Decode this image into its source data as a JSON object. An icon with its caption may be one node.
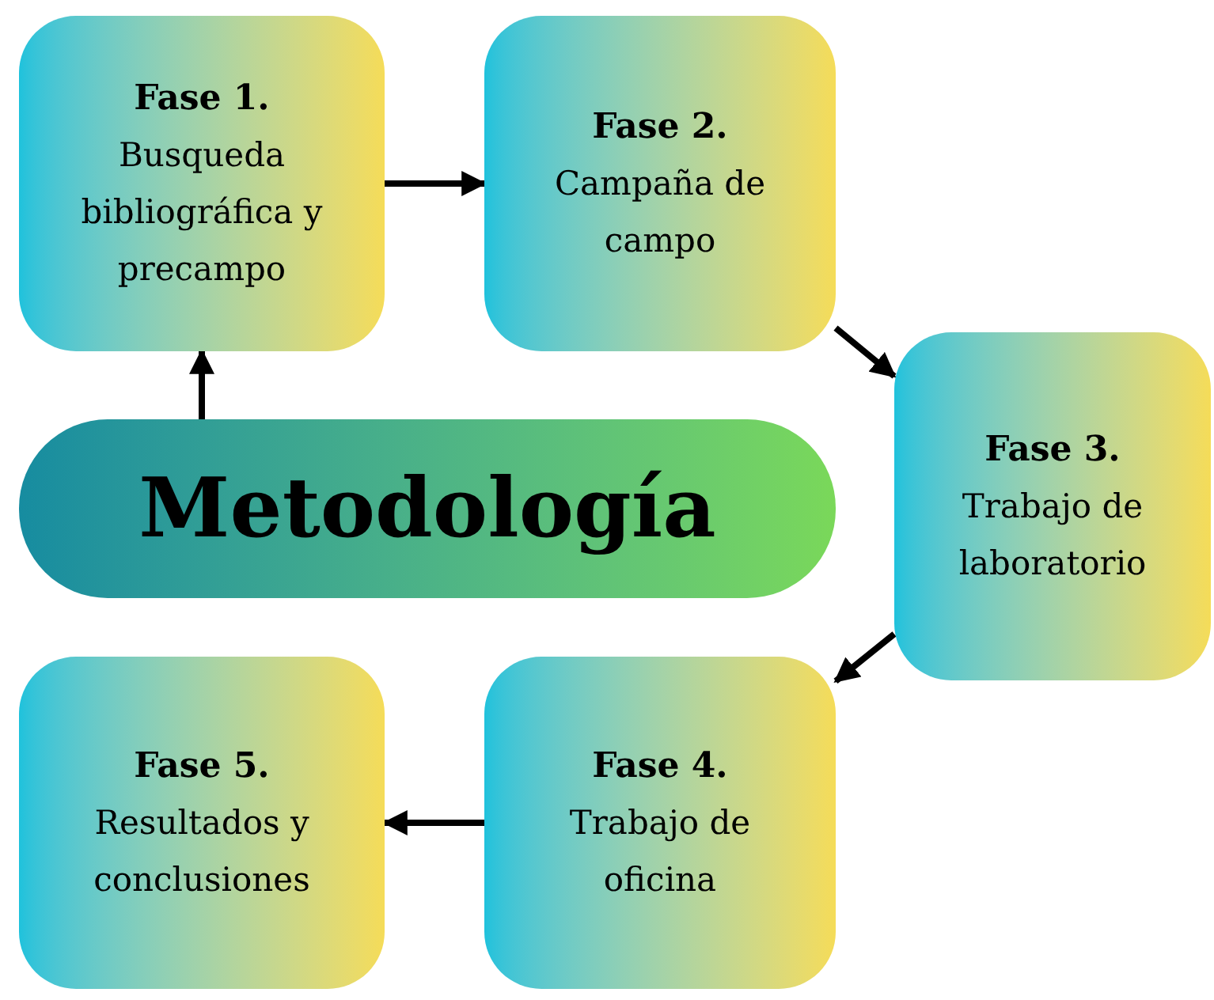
{
  "diagram": {
    "nodes": [
      {
        "text": [
          "Fase 1.",
          "Busqueda bibliográfica y precampo"
        ]
      },
      {
        "text": [
          "Fase 2.",
          "Campaña de campo"
        ]
      },
      {
        "text": [
          "Fase 3.",
          "Trabajo de laboratorio"
        ]
      },
      {
        "text": [
          "Metodología"
        ]
      },
      {
        "text": [
          "Fase 4.",
          "Trabajo de oficina"
        ]
      },
      {
        "text": [
          "Fase 5.",
          "Resultados y conclusiones"
        ]
      }
    ],
    "edges": [
      {
        "from": 0,
        "to": 1,
        "arrow": "to"
      },
      {
        "from": 1,
        "to": 2,
        "arrow": "to"
      },
      {
        "from": 2,
        "to": 4,
        "arrow": "to"
      },
      {
        "from": 4,
        "to": 5,
        "arrow": "to"
      },
      {
        "from": 3,
        "to": 0,
        "arrow": "to"
      }
    ]
  }
}
